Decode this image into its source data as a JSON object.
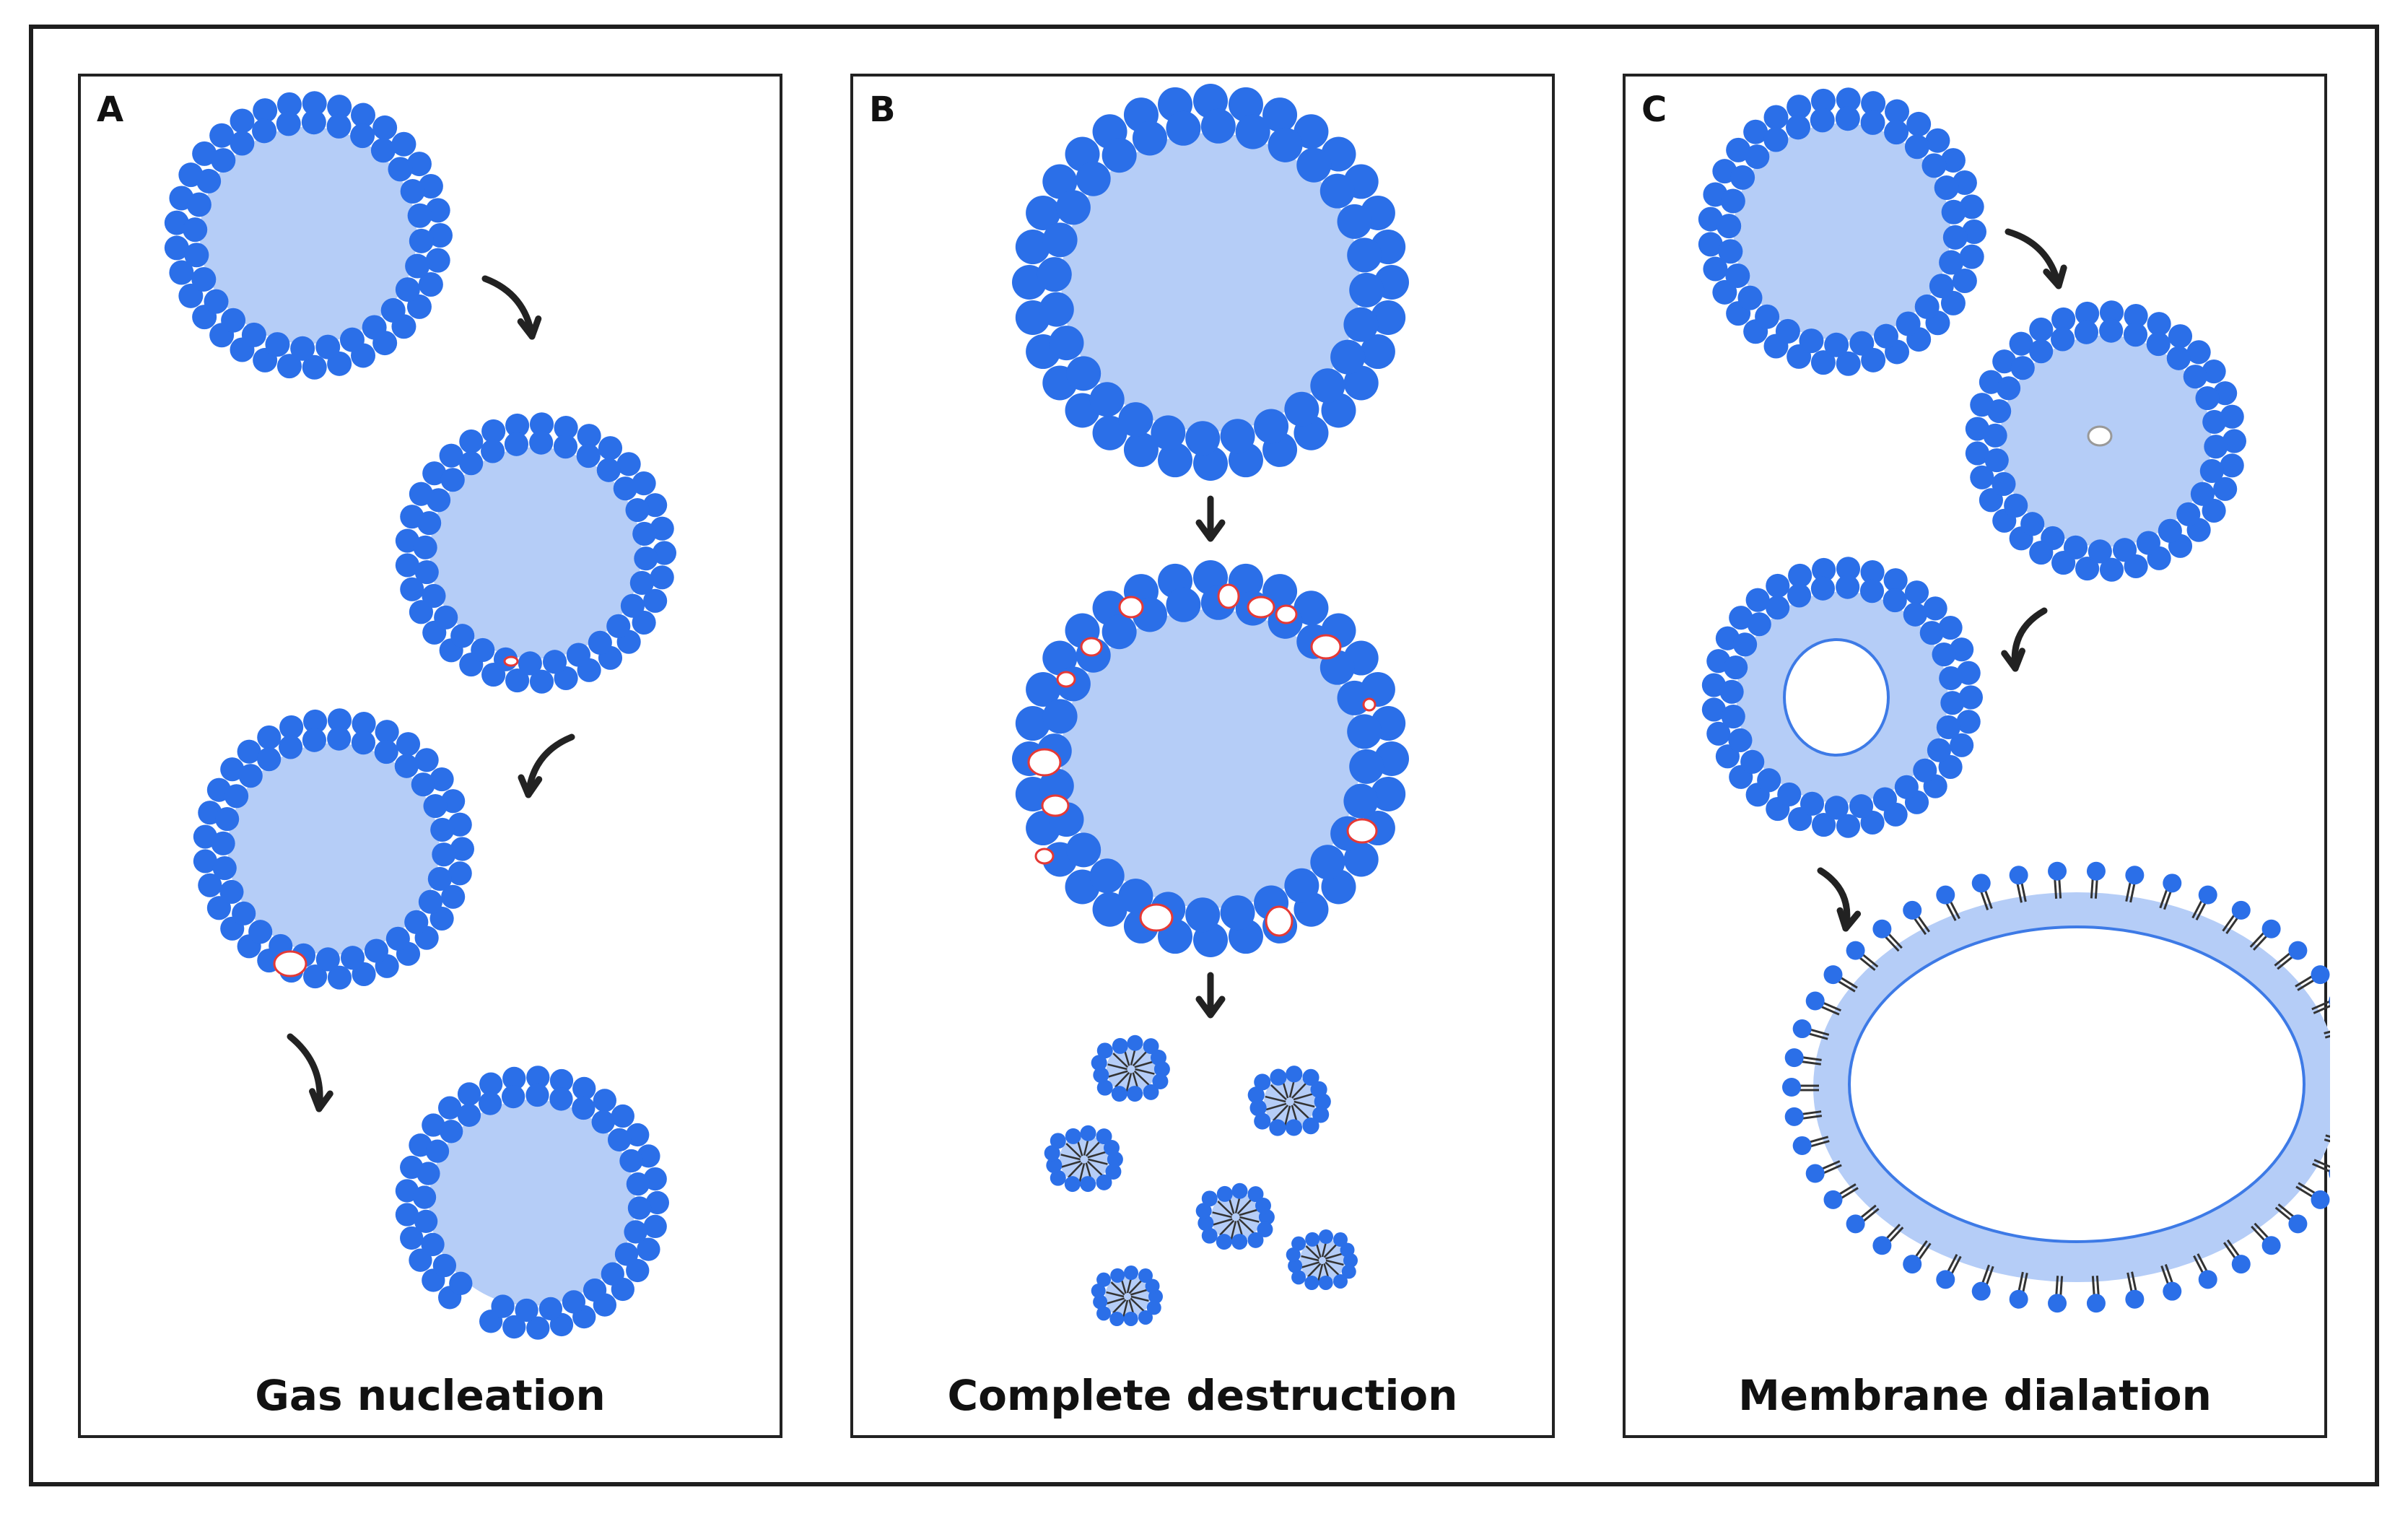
{
  "panels": [
    {
      "letter": "A",
      "caption": "Gas nucleation"
    },
    {
      "letter": "B",
      "caption": "Complete destruction"
    },
    {
      "letter": "C",
      "caption": "Membrane dialation"
    }
  ],
  "colors": {
    "head": "#2b6fe8",
    "core": "#b5cdf7",
    "tail": "#333333",
    "gas": "#e53935",
    "arrow": "#222222",
    "frame": "#1e1e1e"
  }
}
